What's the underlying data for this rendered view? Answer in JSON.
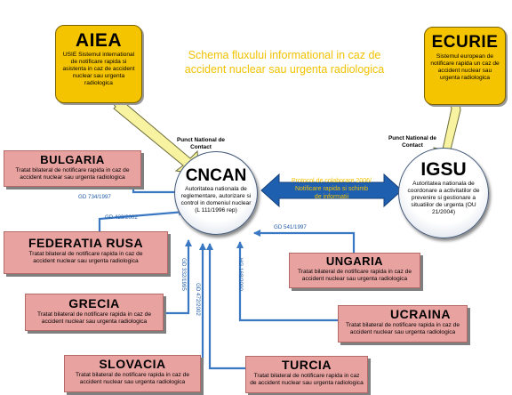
{
  "headline": {
    "line1": "Schema fluxului informational in caz de",
    "line2": "accident nuclear sau urgenta radiologica"
  },
  "aiea": {
    "title": "AIEA",
    "desc": "USIE Sistemul international de notificare rapida si asistenta in caz de accident nuclear sau urgenta radiologica"
  },
  "ecurie": {
    "title": "ECURIE",
    "desc": "Sistemul european de notificare rapida un caz de accident nuclear sau urgenta radiologica"
  },
  "cncan": {
    "title": "CNCAN",
    "desc": "Autoritatea nationala de reglementare, autorizare si control in domeniul nuclear (L 111/1996 rep)"
  },
  "igsu": {
    "title": "IGSU",
    "desc": "Autoritatea nationala de coordonare a activitatilor de prevenire si gestionare a situatiilor de urgenta (OU 21/2004)"
  },
  "contact_point": "Punct National de Contact",
  "protocol": {
    "line1": "Protocol de colaborare 2006/",
    "line2": "Notificare rapida si schimb",
    "line3": "de informatii"
  },
  "treaty_text": "Tratat bilateral de notificare rapida in caz de accident nuclear sau urgenta radiologica",
  "countries": {
    "bulgaria": "BULGARIA",
    "rusia": "FEDERATIA RUSA",
    "grecia": "GRECIA",
    "slovacia": "SLOVACIA",
    "turcia": "TURCIA",
    "ucraina": "UCRAINA",
    "ungaria": "UNGARIA"
  },
  "agreements": {
    "bulgaria": "GD 734/1997",
    "rusia": "GD 423/2002",
    "grecia": "GD 332/1995",
    "slovacia": "GD 472/2002",
    "turcia": "HG 168/2000",
    "ungaria": "GD 541/1997"
  },
  "colors": {
    "arrow_blue": "#3a78c4",
    "yellow": "#f5c400",
    "red_box": "#e8a3a1",
    "headline": "#f2c200"
  }
}
